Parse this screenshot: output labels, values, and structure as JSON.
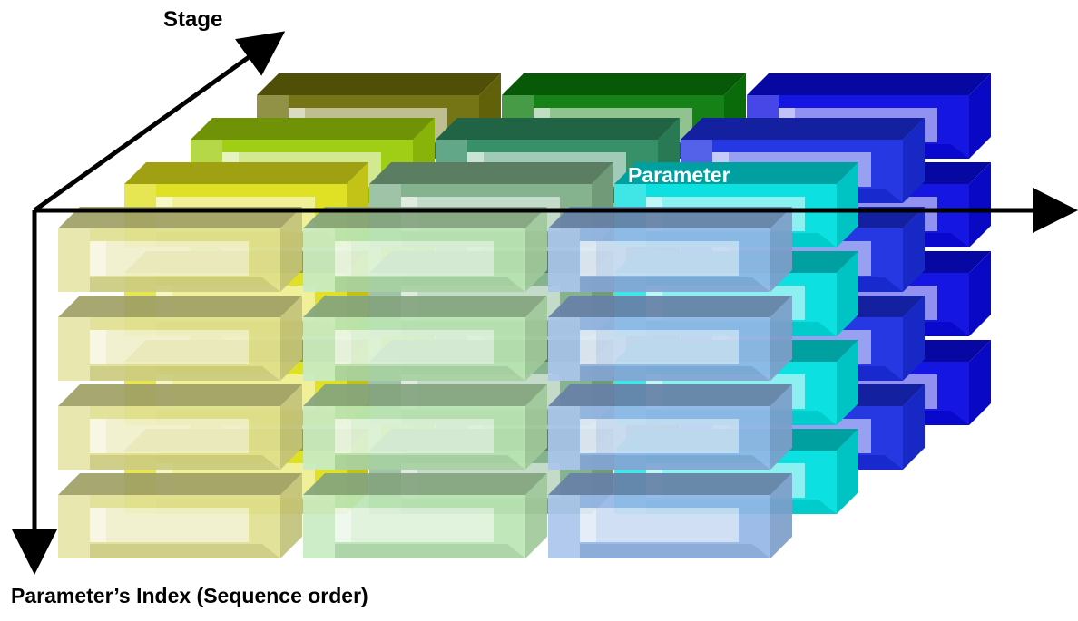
{
  "labels": {
    "stage": "Stage",
    "parameter": "Parameter",
    "index": "Parameter’s Index (Sequence order)"
  },
  "diagram": {
    "columns_per_stage": 3,
    "rows_per_column": 4,
    "stage_layers": [
      {
        "stage": 1,
        "colors": [
          "#dede8c",
          "#b7e4b0",
          "#8fb3e6"
        ]
      },
      {
        "stage": 2,
        "colors": [
          "#dede1a",
          "#7faf88",
          "#00dede"
        ]
      },
      {
        "stage": 3,
        "colors": [
          "#9bcb0a",
          "#2e8a60",
          "#1a2ee0"
        ]
      },
      {
        "stage": 4,
        "colors": [
          "#6e6e0a",
          "#0a7a0a",
          "#0a0ae0"
        ]
      }
    ]
  }
}
